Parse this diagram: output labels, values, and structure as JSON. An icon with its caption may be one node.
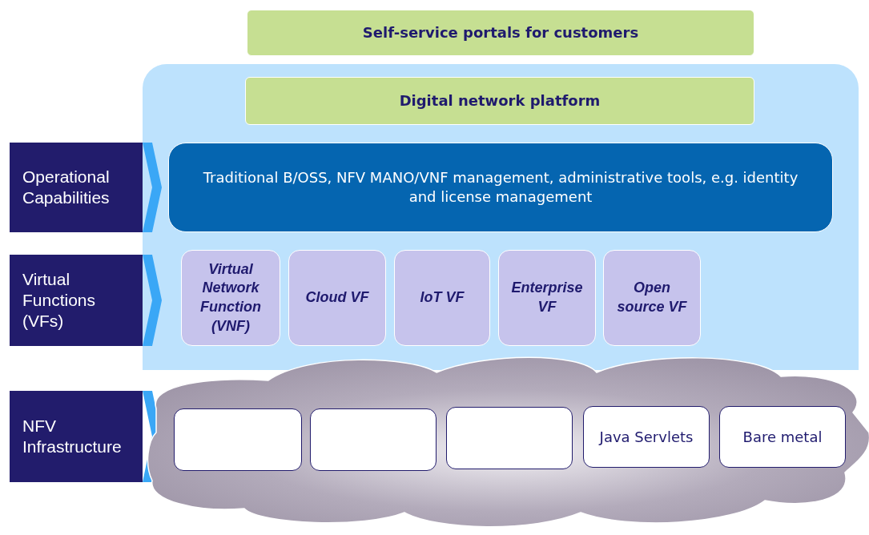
{
  "diagram": {
    "nodes": [
      {
        "text": [
          "Self-service portals for customers"
        ]
      },
      {
        "text": [],
        "shape": "box"
      },
      {
        "text": [
          "Digital network platform"
        ],
        "in": 1
      },
      {
        "text": [
          "Operational Capabilities"
        ]
      },
      {
        "text": [
          "Traditional B/OSS, NFV MANO/VNF management, administrative tools, e.g. identity and license management"
        ],
        "in": 1
      },
      {
        "text": [
          "Virtual Functions (VFs)"
        ]
      },
      {
        "text": [
          "Virtual Network Function (VNF)"
        ],
        "in": 1
      },
      {
        "text": [
          "Cloud VF"
        ],
        "in": 1
      },
      {
        "text": [
          "IoT VF"
        ],
        "in": 1
      },
      {
        "text": [
          "Enterprise VF"
        ],
        "in": 1
      },
      {
        "text": [
          "Open source VF"
        ],
        "in": 1
      },
      {
        "text": [
          "NFV Infrastructure"
        ]
      },
      {
        "text": [],
        "shape": "cloud"
      },
      {
        "text": [],
        "shape": "box",
        "in": 12
      },
      {
        "text": [],
        "shape": "box",
        "in": 12
      },
      {
        "text": [],
        "shape": "box",
        "in": 12
      },
      {
        "text": [
          "Java Servlets"
        ],
        "in": 12
      },
      {
        "text": [
          "Bare metal"
        ],
        "in": 12
      }
    ]
  }
}
